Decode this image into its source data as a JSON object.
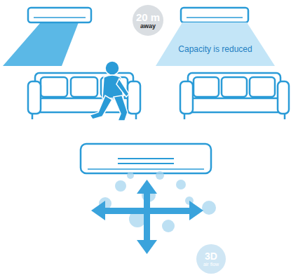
{
  "diagram": {
    "nodes": [
      {
        "text": [
          "20 m",
          "away"
        ]
      },
      {
        "text": [
          "Capacity is reduced"
        ]
      },
      {
        "text": [
          "3D",
          "air flow"
        ]
      }
    ]
  }
}
